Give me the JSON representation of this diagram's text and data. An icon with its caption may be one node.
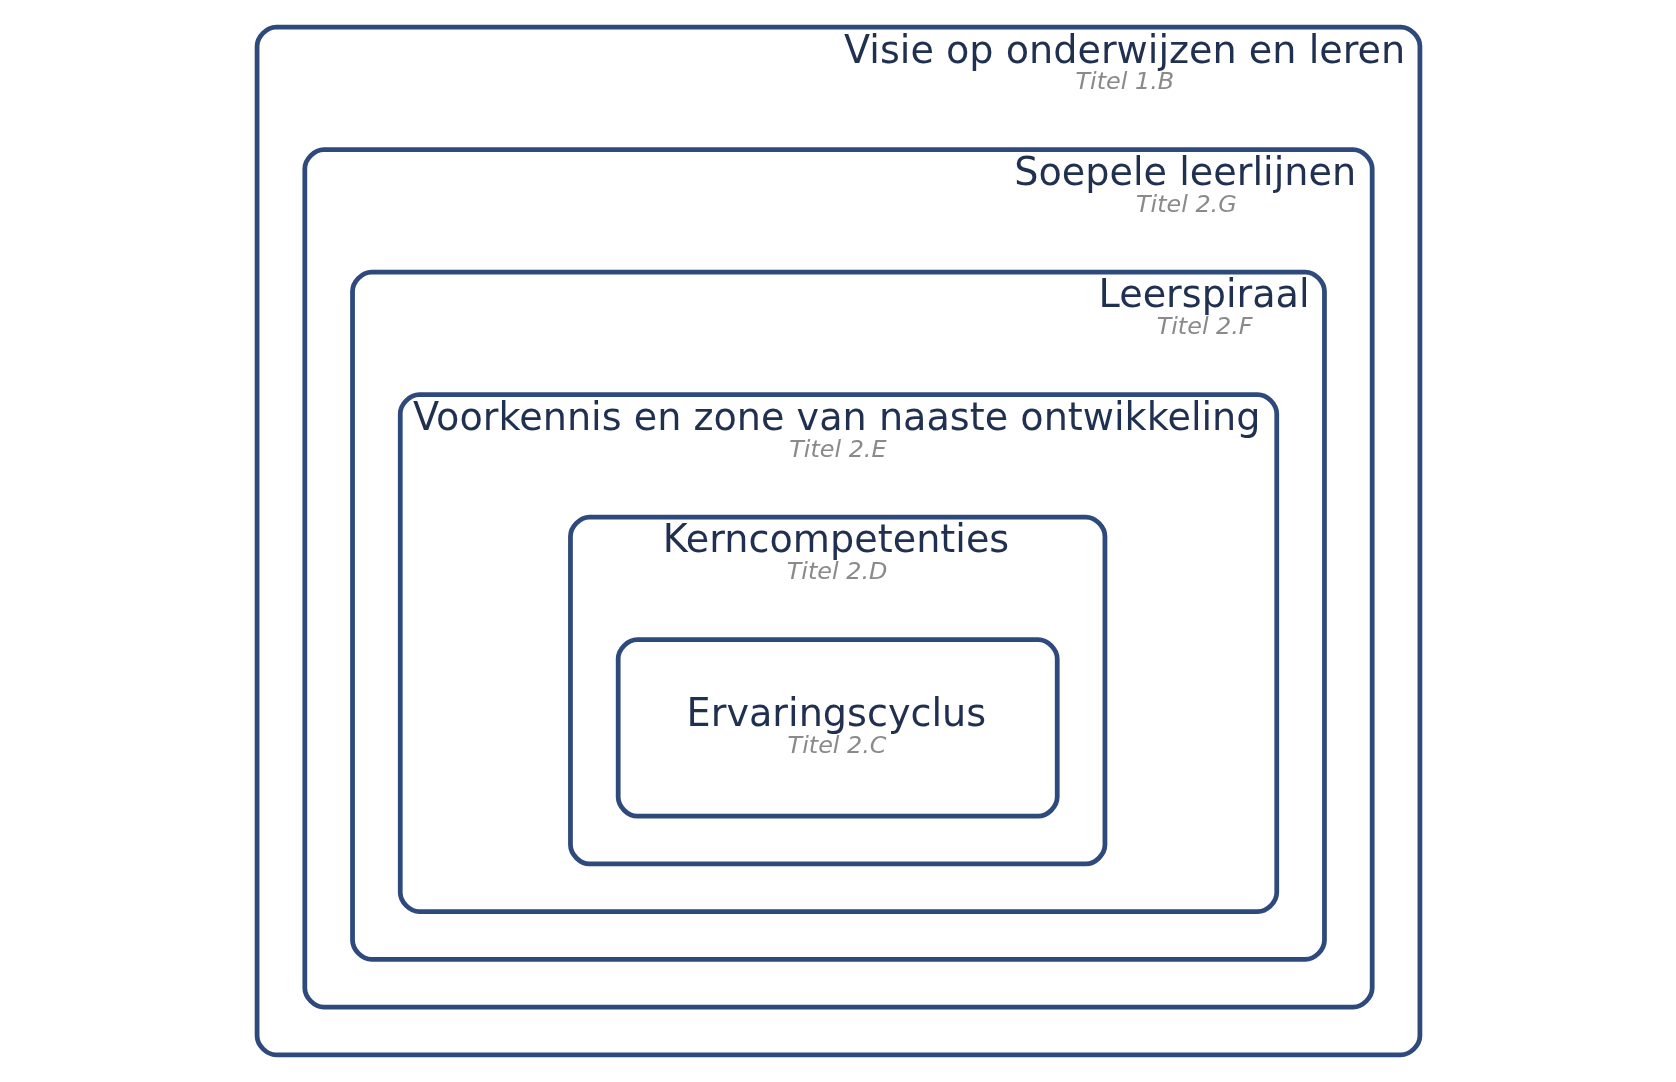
{
  "diagram": {
    "nodes": [
      {
        "text": [
          "Visie op onderwijzen en leren",
          "Titel 1.B"
        ]
      },
      {
        "text": [
          "Soepele leerlijnen",
          "Titel 2.G"
        ],
        "in": 0
      },
      {
        "text": [
          "Leerspiraal",
          "Titel 2.F"
        ],
        "in": 1
      },
      {
        "text": [
          "Voorkennis en zone van naaste ontwikkeling",
          "Titel 2.E"
        ],
        "in": 2
      },
      {
        "text": [
          "Kerncompetenties",
          "Titel 2.D"
        ],
        "in": 3
      },
      {
        "text": [
          "Ervaringscyclus",
          "Titel 2.C"
        ],
        "in": 4
      }
    ]
  }
}
